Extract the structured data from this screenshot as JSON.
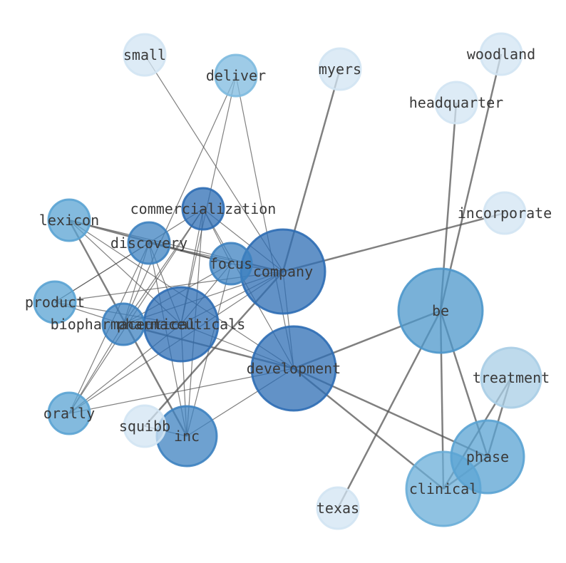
{
  "graph": {
    "type": "word-cooccurrence-network",
    "nodes": [
      {
        "id": "company",
        "label": "company",
        "color": "#2e6db4",
        "opacity": 0.75
      },
      {
        "id": "development",
        "label": "development",
        "color": "#2e6db4",
        "opacity": 0.75
      },
      {
        "id": "be",
        "label": "be",
        "color": "#4c97cb",
        "opacity": 0.75
      },
      {
        "id": "pharmaceuticals",
        "label": "pharmaceuticals",
        "color": "#2e6db4",
        "opacity": 0.75
      },
      {
        "id": "biopharmaceutical",
        "label": "biopharmaceutical",
        "color": "#3d82c0",
        "opacity": 0.75
      },
      {
        "id": "inc",
        "label": "inc",
        "color": "#3d82c0",
        "opacity": 0.75
      },
      {
        "id": "clinical",
        "label": "clinical",
        "color": "#6aaed8",
        "opacity": 0.75
      },
      {
        "id": "phase",
        "label": "phase",
        "color": "#5aa3d3",
        "opacity": 0.75
      },
      {
        "id": "treatment",
        "label": "treatment",
        "color": "#a8cde6",
        "opacity": 0.75
      },
      {
        "id": "focus",
        "label": "focus",
        "color": "#3d82c0",
        "opacity": 0.75
      },
      {
        "id": "discovery",
        "label": "discovery",
        "color": "#3d82c0",
        "opacity": 0.75
      },
      {
        "id": "commercialization",
        "label": "commercialization",
        "color": "#2e6db4",
        "opacity": 0.75
      },
      {
        "id": "lexicon",
        "label": "lexicon",
        "color": "#5aa3d3",
        "opacity": 0.75
      },
      {
        "id": "product",
        "label": "product",
        "color": "#5aa3d3",
        "opacity": 0.75
      },
      {
        "id": "orally",
        "label": "orally",
        "color": "#5aa3d3",
        "opacity": 0.75
      },
      {
        "id": "deliver",
        "label": "deliver",
        "color": "#7dbadf",
        "opacity": 0.75
      },
      {
        "id": "small",
        "label": "small",
        "color": "#d2e4f3",
        "opacity": 0.75
      },
      {
        "id": "myers",
        "label": "myers",
        "color": "#d2e4f3",
        "opacity": 0.75
      },
      {
        "id": "woodland",
        "label": "woodland",
        "color": "#d2e4f3",
        "opacity": 0.75
      },
      {
        "id": "headquarter",
        "label": "headquarter",
        "color": "#d2e4f3",
        "opacity": 0.75
      },
      {
        "id": "incorporate",
        "label": "incorporate",
        "color": "#d2e4f3",
        "opacity": 0.75
      },
      {
        "id": "squibb",
        "label": "squibb",
        "color": "#d2e4f3",
        "opacity": 0.75
      },
      {
        "id": "texas",
        "label": "texas",
        "color": "#d2e4f3",
        "opacity": 0.75
      }
    ],
    "edges": [
      {
        "source": "development",
        "target": "be",
        "weight": 2
      },
      {
        "source": "development",
        "target": "phase",
        "weight": 2
      },
      {
        "source": "development",
        "target": "clinical",
        "weight": 2
      },
      {
        "source": "development",
        "target": "company",
        "weight": 1
      },
      {
        "source": "development",
        "target": "pharmaceuticals",
        "weight": 1
      },
      {
        "source": "development",
        "target": "biopharmaceutical",
        "weight": 2
      },
      {
        "source": "development",
        "target": "lexicon",
        "weight": 1
      },
      {
        "source": "development",
        "target": "orally",
        "weight": 1
      },
      {
        "source": "development",
        "target": "inc",
        "weight": 1
      },
      {
        "source": "development",
        "target": "commercialization",
        "weight": 1
      },
      {
        "source": "development",
        "target": "deliver",
        "weight": 1
      },
      {
        "source": "company",
        "target": "incorporate",
        "weight": 2
      },
      {
        "source": "company",
        "target": "myers",
        "weight": 2
      },
      {
        "source": "company",
        "target": "focus",
        "weight": 1
      },
      {
        "source": "company",
        "target": "discovery",
        "weight": 1
      },
      {
        "source": "company",
        "target": "commercialization",
        "weight": 1
      },
      {
        "source": "company",
        "target": "lexicon",
        "weight": 1
      },
      {
        "source": "company",
        "target": "product",
        "weight": 1
      },
      {
        "source": "company",
        "target": "pharmaceuticals",
        "weight": 1
      },
      {
        "source": "company",
        "target": "biopharmaceutical",
        "weight": 1
      },
      {
        "source": "company",
        "target": "orally",
        "weight": 1
      },
      {
        "source": "company",
        "target": "small",
        "weight": 1
      },
      {
        "source": "company",
        "target": "squibb",
        "weight": 2
      },
      {
        "source": "be",
        "target": "headquarter",
        "weight": 2
      },
      {
        "source": "be",
        "target": "woodland",
        "weight": 2
      },
      {
        "source": "be",
        "target": "texas",
        "weight": 2
      },
      {
        "source": "be",
        "target": "clinical",
        "weight": 2
      },
      {
        "source": "be",
        "target": "phase",
        "weight": 2
      },
      {
        "source": "treatment",
        "target": "clinical",
        "weight": 2
      },
      {
        "source": "treatment",
        "target": "phase",
        "weight": 2
      },
      {
        "source": "phase",
        "target": "clinical",
        "weight": 2
      },
      {
        "source": "lexicon",
        "target": "inc",
        "weight": 2
      },
      {
        "source": "lexicon",
        "target": "focus",
        "weight": 2
      },
      {
        "source": "lexicon",
        "target": "pharmaceuticals",
        "weight": 1
      },
      {
        "source": "discovery",
        "target": "focus",
        "weight": 1
      },
      {
        "source": "discovery",
        "target": "pharmaceuticals",
        "weight": 1
      },
      {
        "source": "discovery",
        "target": "biopharmaceutical",
        "weight": 1
      },
      {
        "source": "discovery",
        "target": "product",
        "weight": 1
      },
      {
        "source": "discovery",
        "target": "orally",
        "weight": 1
      },
      {
        "source": "discovery",
        "target": "inc",
        "weight": 1
      },
      {
        "source": "commercialization",
        "target": "focus",
        "weight": 1
      },
      {
        "source": "commercialization",
        "target": "pharmaceuticals",
        "weight": 1
      },
      {
        "source": "commercialization",
        "target": "biopharmaceutical",
        "weight": 1
      },
      {
        "source": "commercialization",
        "target": "product",
        "weight": 1
      },
      {
        "source": "commercialization",
        "target": "orally",
        "weight": 1
      },
      {
        "source": "commercialization",
        "target": "inc",
        "weight": 1
      },
      {
        "source": "deliver",
        "target": "biopharmaceutical",
        "weight": 1
      },
      {
        "source": "deliver",
        "target": "pharmaceuticals",
        "weight": 1
      },
      {
        "source": "focus",
        "target": "biopharmaceutical",
        "weight": 1
      },
      {
        "source": "focus",
        "target": "pharmaceuticals",
        "weight": 1
      },
      {
        "source": "focus",
        "target": "inc",
        "weight": 1
      },
      {
        "source": "biopharmaceutical",
        "target": "pharmaceuticals",
        "weight": 1
      },
      {
        "source": "biopharmaceutical",
        "target": "product",
        "weight": 1
      },
      {
        "source": "biopharmaceutical",
        "target": "orally",
        "weight": 1
      },
      {
        "source": "pharmaceuticals",
        "target": "inc",
        "weight": 1
      },
      {
        "source": "product",
        "target": "pharmaceuticals",
        "weight": 1
      },
      {
        "source": "orally",
        "target": "pharmaceuticals",
        "weight": 1
      },
      {
        "source": "inc",
        "target": "squibb",
        "weight": 1
      }
    ]
  }
}
